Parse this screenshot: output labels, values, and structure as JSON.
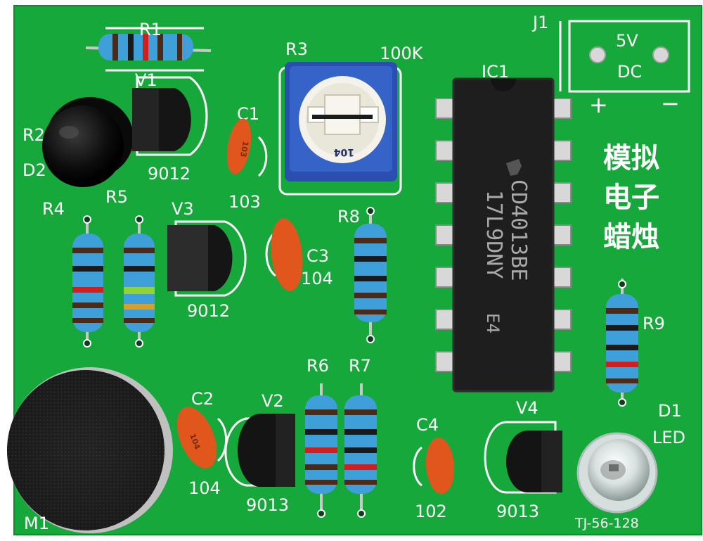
{
  "board": {
    "title_lines": [
      "模拟",
      "电子",
      "蜡烛"
    ],
    "model": "TJ-56-128",
    "colors": {
      "pcb": "#16a83a",
      "silkscreen": "#ffffff",
      "resistor": "#3f9fd8",
      "capacitor": "#e0561c",
      "potentiometer": "#2a4fb0",
      "chip": "#1e1e1e"
    }
  },
  "power": {
    "ref": "J1",
    "line1": "5V",
    "line2": "DC",
    "plus": "+",
    "minus": "−"
  },
  "chip": {
    "ref": "IC1",
    "marking_line1": "CD4013BE",
    "marking_line2": "17L9DNY",
    "marking_code": "E4"
  },
  "pot": {
    "ref": "R3",
    "value": "100K",
    "code": "104"
  },
  "resistors": {
    "r1": "R1",
    "r2": "R2",
    "r4": "R4",
    "r5": "R5",
    "r6": "R6",
    "r7": "R7",
    "r8": "R8",
    "r9": "R9"
  },
  "transistors": {
    "v1": {
      "ref": "V1",
      "type": "9012"
    },
    "v2": {
      "ref": "V2",
      "type": "9013"
    },
    "v3": {
      "ref": "V3",
      "type": "9012"
    },
    "v4": {
      "ref": "V4",
      "type": "9013"
    }
  },
  "capacitors": {
    "c1": {
      "ref": "C1",
      "value": "103"
    },
    "c2": {
      "ref": "C2",
      "value": "104"
    },
    "c3": {
      "ref": "C3",
      "value": "104"
    },
    "c4": {
      "ref": "C4",
      "value": "102"
    },
    "c1_body_code": "103",
    "c2_body_code": "104"
  },
  "diodes": {
    "d1": "D1",
    "d1_type": "LED",
    "d2": "D2"
  },
  "mic": {
    "ref": "M1"
  }
}
